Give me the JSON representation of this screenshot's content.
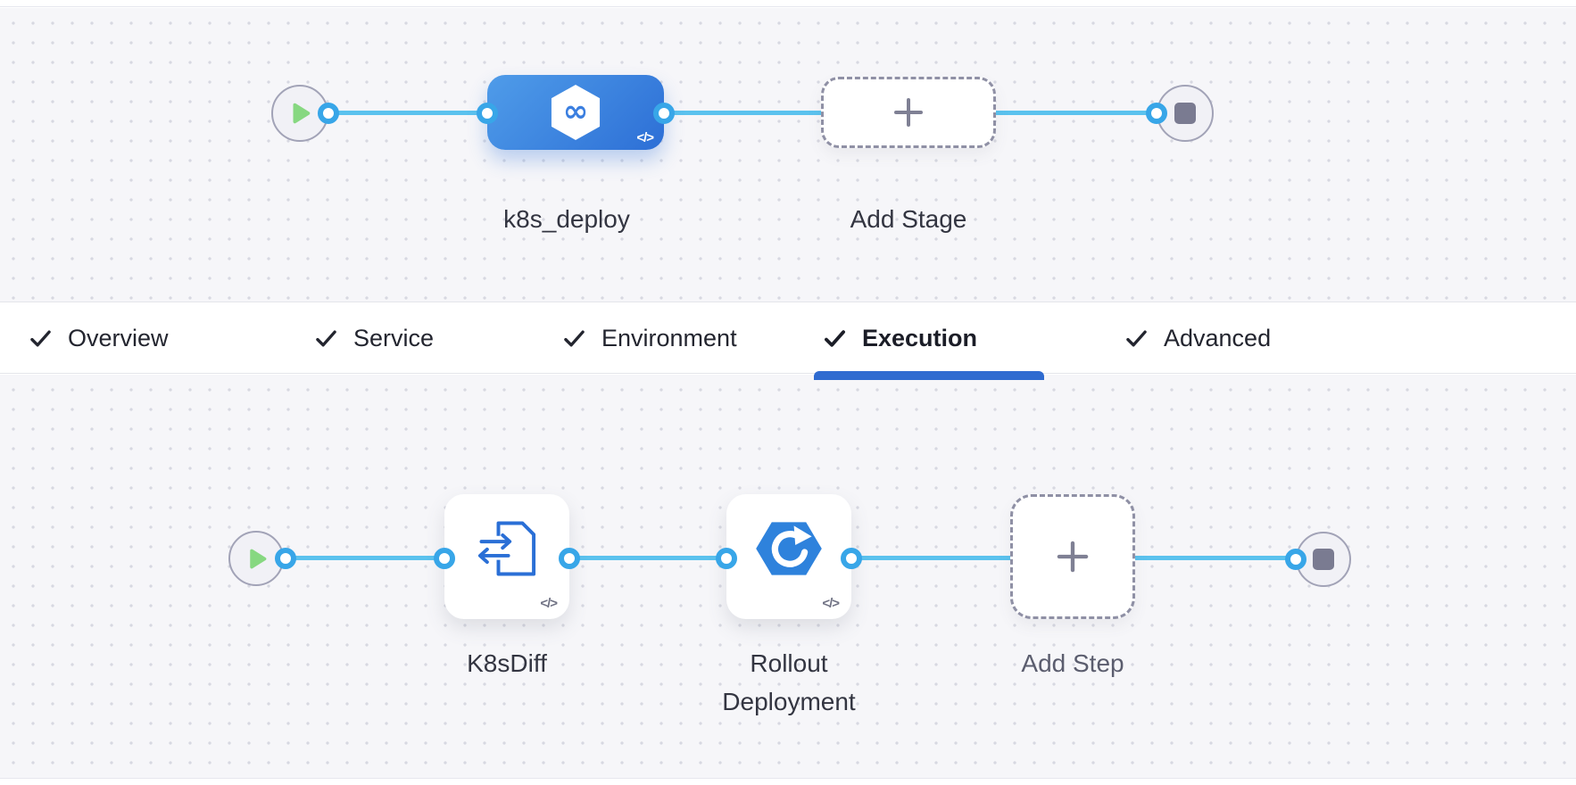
{
  "colors": {
    "canvas_bg": "#f6f6f9",
    "grid_dot": "#d7d8e1",
    "connector_line": "#5bc2ee",
    "port_ring": "#38a6e8",
    "stage_gradient_start": "#4f9ce9",
    "stage_gradient_end": "#2d6fd6",
    "active_tab_underline": "#2f6bd0",
    "play_green": "#87d881",
    "stop_gray": "#7a7b91",
    "icon_blue": "#2a6fd6"
  },
  "stage_pipeline": {
    "start_icon": "play-icon",
    "end_icon": "stop-icon",
    "stage": {
      "name": "k8s_deploy",
      "icon": "cd-hexagon-infinity-icon",
      "code_badge": "</>"
    },
    "add_stage_label": "Add Stage"
  },
  "tab_bar": {
    "check_icon": "check-icon",
    "tabs": [
      {
        "label": "Overview",
        "checked": true,
        "active": false
      },
      {
        "label": "Service",
        "checked": true,
        "active": false
      },
      {
        "label": "Environment",
        "checked": true,
        "active": false
      },
      {
        "label": "Execution",
        "checked": true,
        "active": true
      },
      {
        "label": "Advanced",
        "checked": true,
        "active": false
      }
    ]
  },
  "execution_pipeline": {
    "start_icon": "play-icon",
    "end_icon": "stop-icon",
    "steps": [
      {
        "name": "K8sDiff",
        "icon": "k8s-diff-file-icon",
        "code_badge": "</>"
      },
      {
        "name": "Rollout Deployment",
        "icon": "rollout-hexagon-refresh-icon",
        "code_badge": "</>"
      }
    ],
    "add_step_label": "Add Step"
  }
}
